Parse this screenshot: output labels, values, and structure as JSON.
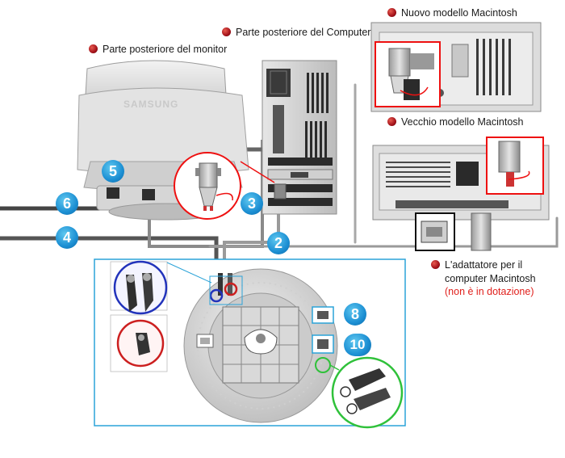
{
  "labels": {
    "monitor_back": "Parte posteriore del monitor",
    "computer_back": "Parte posteriore del Computer",
    "new_mac": "Nuovo modello Macintosh",
    "old_mac": "Vecchio modello Macintosh",
    "adapter_line1": "L'adattatore per il",
    "adapter_line2": "computer Macintosh",
    "adapter_note": "(non è in dotazione)"
  },
  "brand": "SAMSUNG",
  "badges": {
    "b2": "2",
    "b3": "3",
    "b4": "4",
    "b5": "5",
    "b6": "6",
    "b8": "8",
    "b10": "10"
  },
  "colors": {
    "badge": "#1c8fd3",
    "bullet": "#a3121a",
    "note_red": "#e0201c",
    "panel_border": "#2ba3d8",
    "highlight_blue": "#2233bb",
    "highlight_red": "#cc1f1f",
    "highlight_green": "#2fc13a"
  }
}
